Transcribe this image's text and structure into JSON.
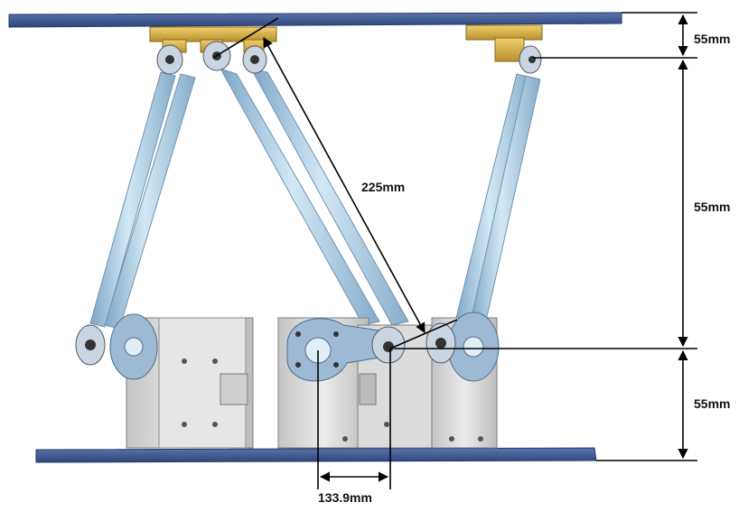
{
  "dimensions": {
    "top_plate_offset": "55mm",
    "upper_height": "55mm",
    "lower_height": "55mm",
    "rod_length": "225mm",
    "servo_spacing": "133.9mm"
  },
  "colors": {
    "plate": "#3f5b95",
    "plate_edge": "#24386a",
    "rod": "#a9cde6",
    "rod_edge": "#6e93b1",
    "bracket": "#d6b24a",
    "servo_body": "#d8d8d8",
    "servo_edge": "#7c7c7c",
    "horn": "#9db9d4",
    "dimension_line": "#000000"
  }
}
